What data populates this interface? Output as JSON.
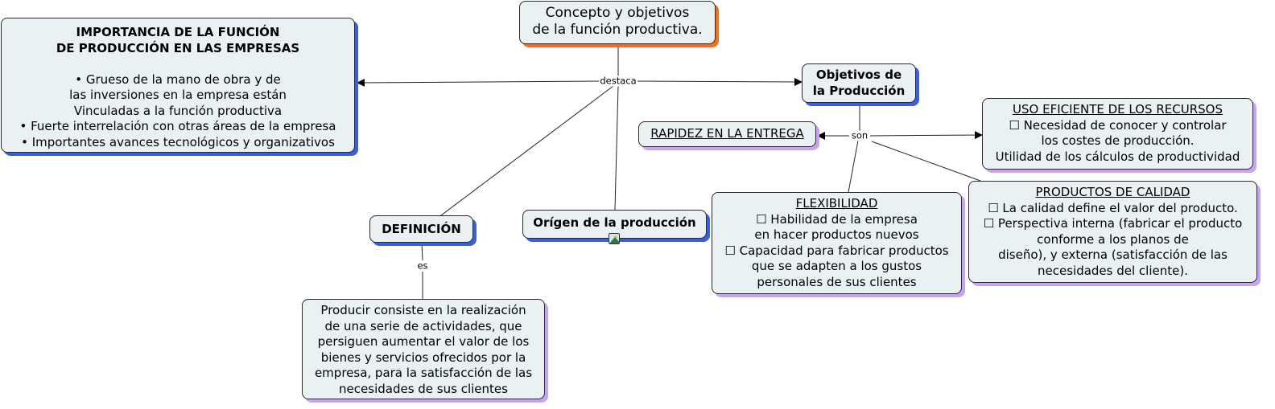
{
  "colors": {
    "node_fill": "#eaf1f3",
    "shadow_blue": "#3a5fd9",
    "shadow_orange": "#f07020",
    "shadow_purple": "#c7a3f0",
    "link": "#000000"
  },
  "nodes": {
    "main": {
      "lines": [
        "Concepto y objetivos",
        "de la función productiva."
      ]
    },
    "importancia": {
      "title_lines": [
        "IMPORTANCIA DE LA FUNCIÓN",
        "DE PRODUCCIÓN EN LAS EMPRESAS"
      ],
      "body_lines": [
        "• Grueso de la mano de obra y de",
        "las inversiones en la empresa están",
        "Vinculadas a la función productiva",
        "• Fuerte interrelación con otras áreas de la empresa",
        "• Importantes avances tecnológicos y organizativos"
      ]
    },
    "objetivos": {
      "lines": [
        "Objetivos de",
        "la Producción"
      ]
    },
    "rapidez": {
      "title": "RAPIDEZ EN LA ENTREGA"
    },
    "uso_eficiente": {
      "title": "USO EFICIENTE DE LOS RECURSOS",
      "body_lines": [
        "☐ Necesidad de conocer y controlar",
        "los costes de producción.",
        "Utilidad de los cálculos de productividad"
      ]
    },
    "flexibilidad": {
      "title": "FLEXIBILIDAD",
      "body_lines": [
        "☐ Habilidad de la empresa",
        "en hacer productos nuevos",
        "☐ Capacidad para fabricar productos",
        "que se adapten a los gustos",
        "personales de sus clientes"
      ]
    },
    "calidad": {
      "title": "PRODUCTOS DE CALIDAD",
      "body_lines": [
        "☐ La calidad define el valor del producto.",
        "☐ Perspectiva interna (fabricar el producto",
        "conforme a los planos de",
        "diseño), y externa (satisfacción de las",
        "necesidades del cliente)."
      ]
    },
    "origen": {
      "title": "Orígen de la producción",
      "icon": "image-icon"
    },
    "definicion": {
      "title": "DEFINICIÓN"
    },
    "producir": {
      "lines": [
        "Producir consiste en la realización",
        "de una serie de actividades, que",
        "persiguen aumentar el valor de los",
        "bienes y servicios ofrecidos por la",
        "empresa, para la satisfacción de las",
        "necesidades de sus clientes"
      ]
    }
  },
  "link_labels": {
    "destaca": "destaca",
    "son": "son",
    "es": "es"
  }
}
